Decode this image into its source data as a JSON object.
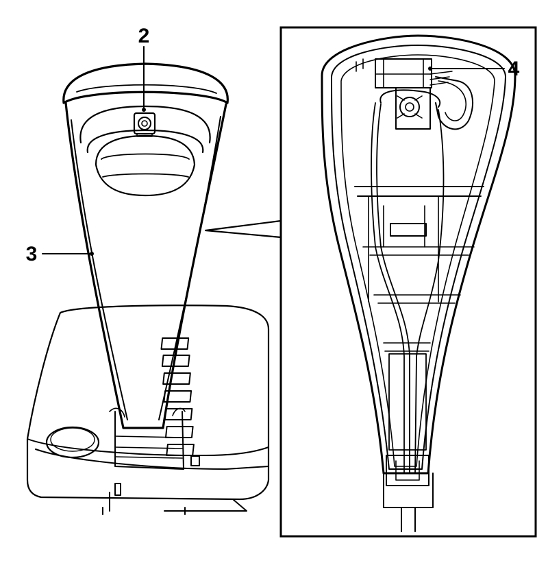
{
  "callouts": [
    {
      "id": "2",
      "label": "2"
    },
    {
      "id": "3",
      "label": "3"
    },
    {
      "id": "4",
      "label": "4"
    }
  ],
  "colors": {
    "ink": "#000000",
    "paper": "#ffffff"
  },
  "views": [
    "shift-lever-assembly-exterior",
    "shift-knob-interior-detail"
  ]
}
